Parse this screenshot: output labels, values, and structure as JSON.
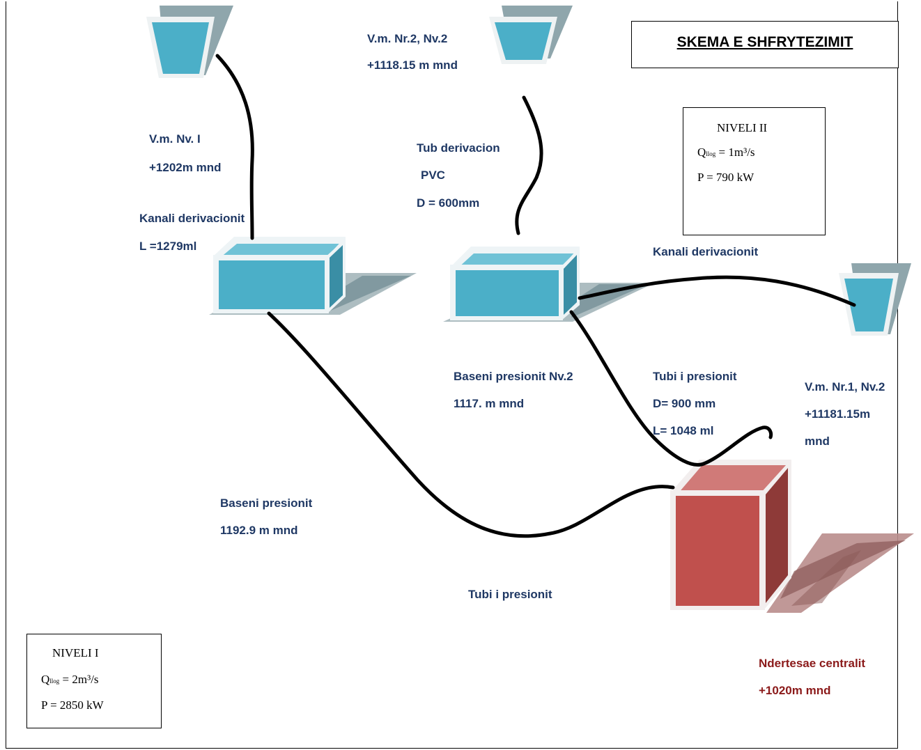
{
  "title": "SKEMA E SHFRYTEZIMIT",
  "levels": {
    "level2": {
      "heading": "NIVELI II",
      "q_symbol": "Q",
      "q_sub": "llog",
      "q_value": "= 1m³/s",
      "power": "P = 790 kW"
    },
    "level1": {
      "heading": "NIVELI I",
      "q_symbol": "Q",
      "q_sub": "llog",
      "q_value": "= 2m³/s",
      "power": "P = 2850 kW"
    }
  },
  "labels": {
    "vm_nr2": "V.m. Nr.2, Nv.2",
    "vm_nr2_elev": "+1118.15 m mnd",
    "vm_nv1": "V.m. Nv. I",
    "vm_nv1_elev": "+1202m mnd",
    "tub_derivacion": "Tub derivacion",
    "tub_pvc": "PVC",
    "tub_diameter": "D = 600mm",
    "kanali_1": "Kanali derivacionit",
    "kanali_1_length": "L =1279ml",
    "kanali_2": "Kanali derivacionit",
    "baseni_2": "Baseni presionit Nv.2",
    "baseni_2_elev": "1117. m mnd",
    "tubi_presionit_2": "Tubi i presionit",
    "tubi_presionit_2_d": "D= 900 mm",
    "tubi_presionit_2_l": "L= 1048 ml",
    "vm_nr1": "V.m. Nr.1, Nv.2",
    "vm_nr1_elev": "+11181.15m",
    "vm_nr1_unit": "mnd",
    "baseni_1": "Baseni presionit",
    "baseni_1_elev": "1192.9 m mnd",
    "tubi_presionit_1": "Tubi i presionit",
    "centrali": "Ndertesae centralit",
    "centrali_elev": "+1020m mnd"
  },
  "colors": {
    "water_blue": "#4bafc8",
    "intake_shadow": "#8fa6ac",
    "powerhouse_red": "#c0504d",
    "label_blue": "#1f3864",
    "label_red": "#8b1a1a"
  }
}
